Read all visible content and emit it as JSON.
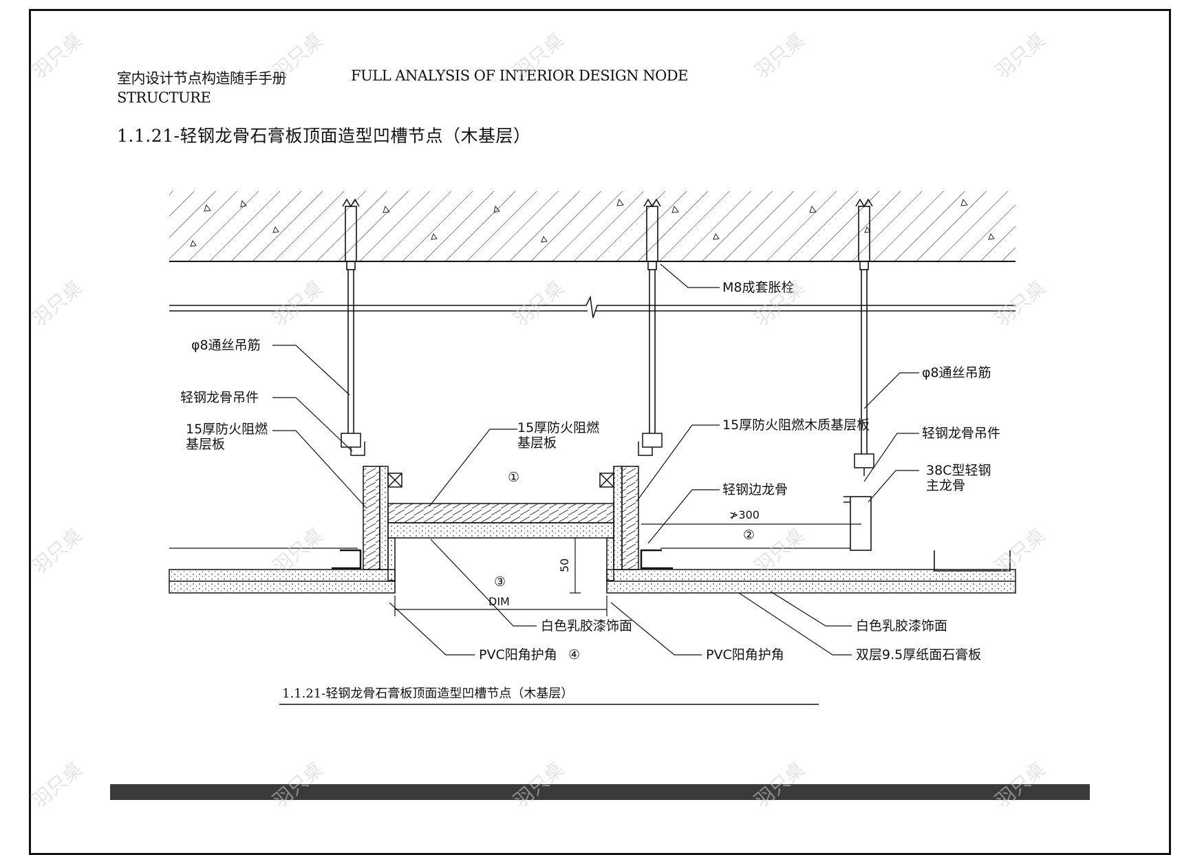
{
  "header": {
    "cn_title": "室内设计节点构造随手手册",
    "en_title_line1": "FULL ANALYSIS OF INTERIOR DESIGN NODE",
    "en_title_line2": "STRUCTURE"
  },
  "drawing_title": "1.1.21-轻钢龙骨石膏板顶面造型凹槽节点（木基层）",
  "caption": "1.1.21-轻钢龙骨石膏板顶面造型凹槽节点（木基层）",
  "labels": {
    "m8_bolt": "M8成套胀栓",
    "rod_left": "φ8通丝吊筋",
    "rod_right": "φ8通丝吊筋",
    "hanger_left": "轻钢龙骨吊件",
    "hanger_right": "轻钢龙骨吊件",
    "fire_board_left_1": "15厚防火阻燃",
    "fire_board_left_2": "基层板",
    "fire_board_mid_1": "15厚防火阻燃",
    "fire_board_mid_2": "基层板",
    "fire_board_right": "15厚防火阻燃木质基层板",
    "main_keel_1": "38C型轻钢",
    "main_keel_2": "主龙骨",
    "edge_keel": "轻钢边龙骨",
    "spacing": "≯300",
    "dim_50": "50",
    "dim": "DIM",
    "paint_mid": "白色乳胶漆饰面",
    "paint_right": "白色乳胶漆饰面",
    "pvc_left": "PVC阳角护角",
    "pvc_left_num": "④",
    "pvc_mid": "PVC阳角护角",
    "gypsum": "双层9.5厚纸面石膏板",
    "num1": "①",
    "num2": "②",
    "num3": "③"
  },
  "watermark": "羽只桌"
}
